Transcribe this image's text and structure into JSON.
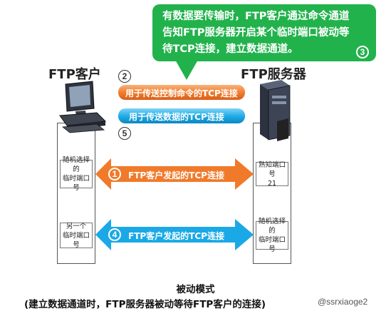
{
  "bubble": {
    "text_lines": [
      "有数据要传输时，FTP客户通过命令通道",
      "告知FTP服务器开启某个临时端口被动等",
      "待TCP连接，建立数据通道。"
    ],
    "step": "3",
    "color": "#22b24c"
  },
  "client": {
    "title": "FTP客户"
  },
  "server": {
    "title": "FTP服务器"
  },
  "channels": {
    "control": {
      "step": "2",
      "label": "用于传送控制命令的TCP连接",
      "color": "#f07a2a"
    },
    "data": {
      "step": "5",
      "label": "用于传送数据的TCP连接",
      "color": "#1aa9e6"
    }
  },
  "connections": [
    {
      "step": "1",
      "label": "FTP客户发起的TCP连接",
      "color": "#f07a2a",
      "client_port": [
        "随机选择的",
        "临时端口号"
      ],
      "server_port": [
        "熟知端口号",
        "21"
      ]
    },
    {
      "step": "4",
      "label": "FTP客户发起的TCP连接",
      "color": "#1aa9e6",
      "client_port": [
        "另一个",
        "临时端口号"
      ],
      "server_port": [
        "随机选择的",
        "临时端口号"
      ]
    }
  ],
  "caption": {
    "line1": "被动模式",
    "line2": "(建立数据通道时，FTP服务器被动等待FTP客户的连接)"
  },
  "watermark": "@ssrxiaoge2"
}
